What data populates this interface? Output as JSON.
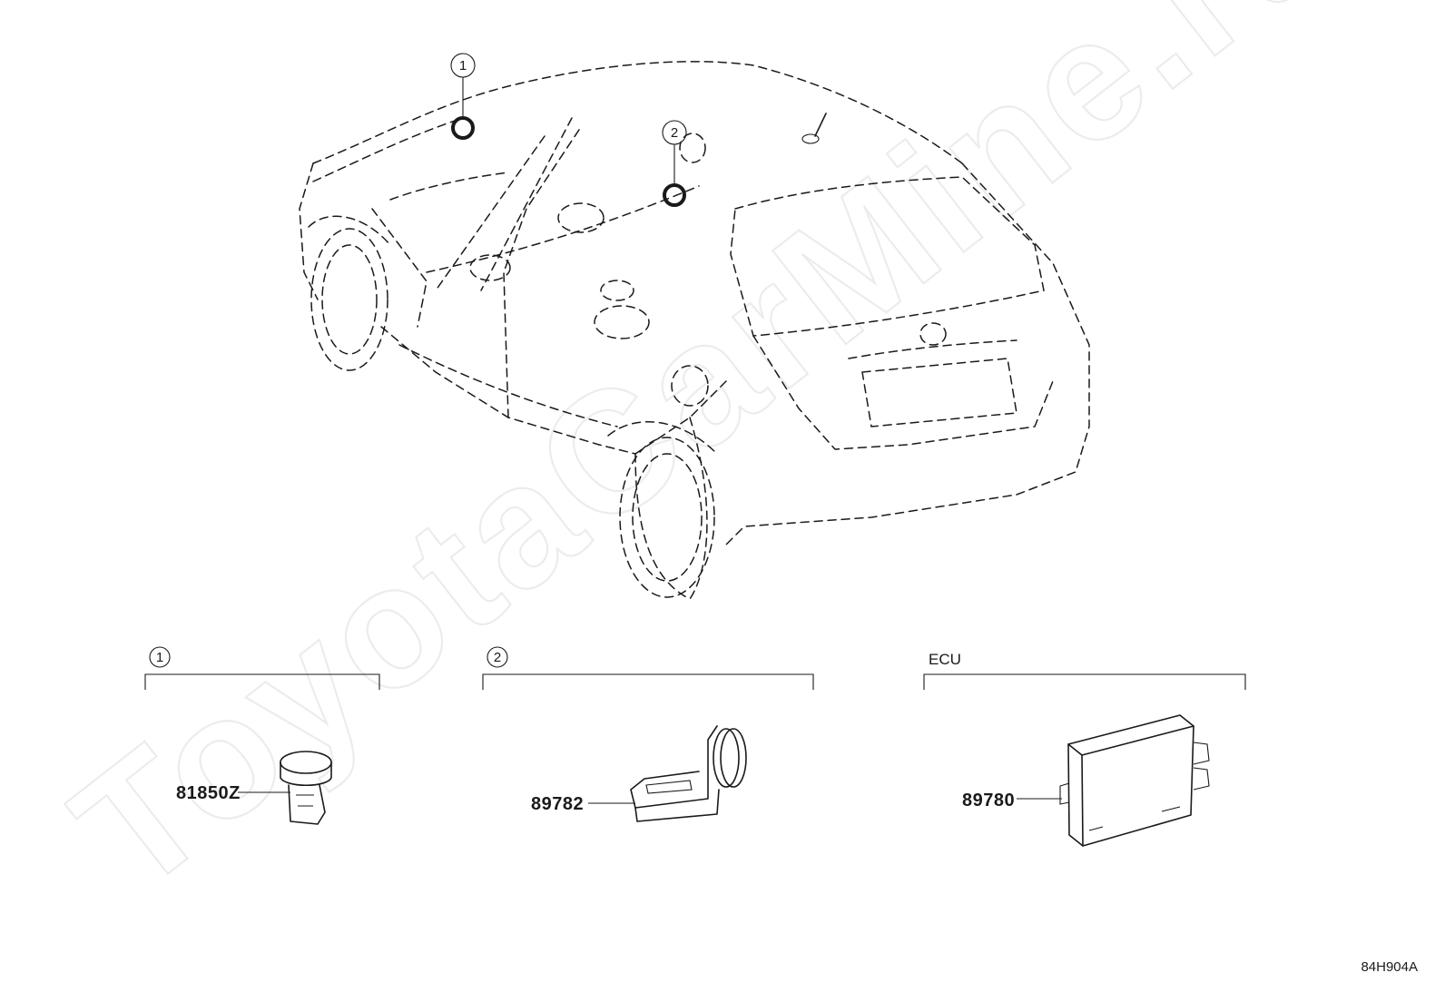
{
  "watermark": {
    "text": "ToyotaCarMine.ru"
  },
  "diagram": {
    "callouts": [
      {
        "id": "callout-1",
        "label": "1"
      },
      {
        "id": "callout-2",
        "label": "2"
      }
    ],
    "groups": [
      {
        "id": "group-1",
        "label": "1",
        "circled": true,
        "part_number": "81850Z"
      },
      {
        "id": "group-2",
        "label": "2",
        "circled": true,
        "part_number": "89782"
      },
      {
        "id": "group-ecu",
        "label": "ECU",
        "circled": false,
        "part_number": "89780"
      }
    ],
    "figure_code": "84H904A"
  }
}
